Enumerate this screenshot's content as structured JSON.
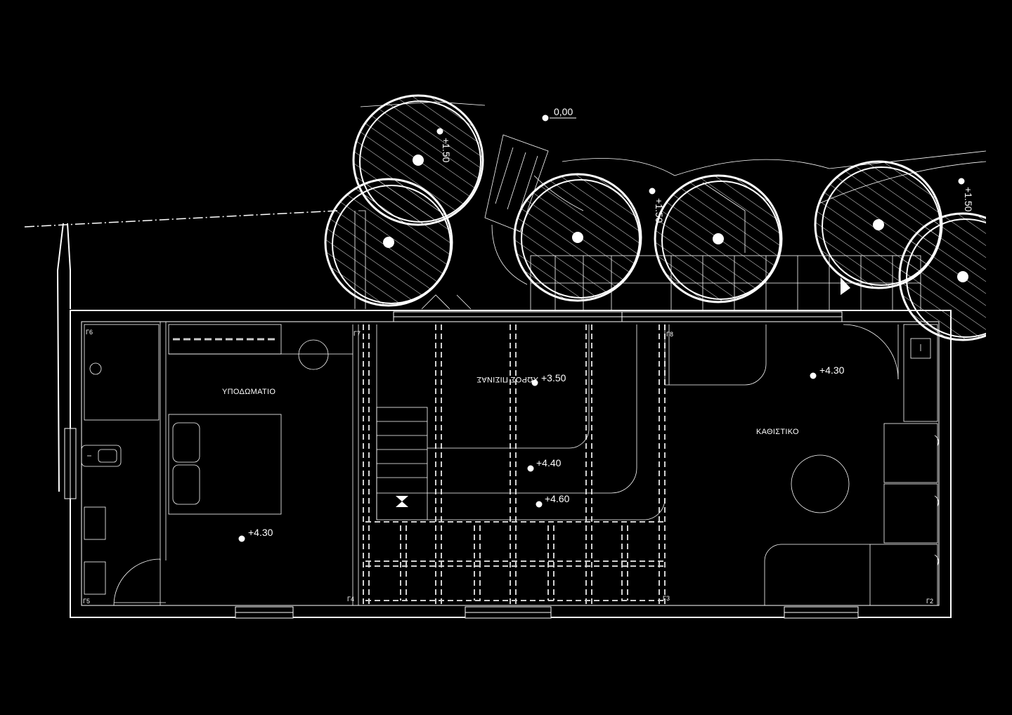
{
  "rooms": {
    "bedroom": "ΥΠΟΔΩΜΑΤΙΟ",
    "living": "ΚΑΘΙΣΤΙΚΟ",
    "pool_area": "ΧΩΡΟΣ ΠΙΣΙΝΑΣ"
  },
  "levels": {
    "ground": "0,00",
    "tree_left": "+1.50",
    "tree_mid": "+1.50",
    "tree_right": "+1.50",
    "pool": "+3.50",
    "step": "+4.40",
    "deck": "+4.60",
    "bedroom": "+4.30",
    "living": "+4.30"
  },
  "columns": {
    "g2": "Γ2",
    "g3": "Γ3",
    "g4": "Γ4",
    "g5": "Γ5",
    "g6": "Γ6",
    "g7": "Γ7",
    "g8": "Γ8"
  }
}
